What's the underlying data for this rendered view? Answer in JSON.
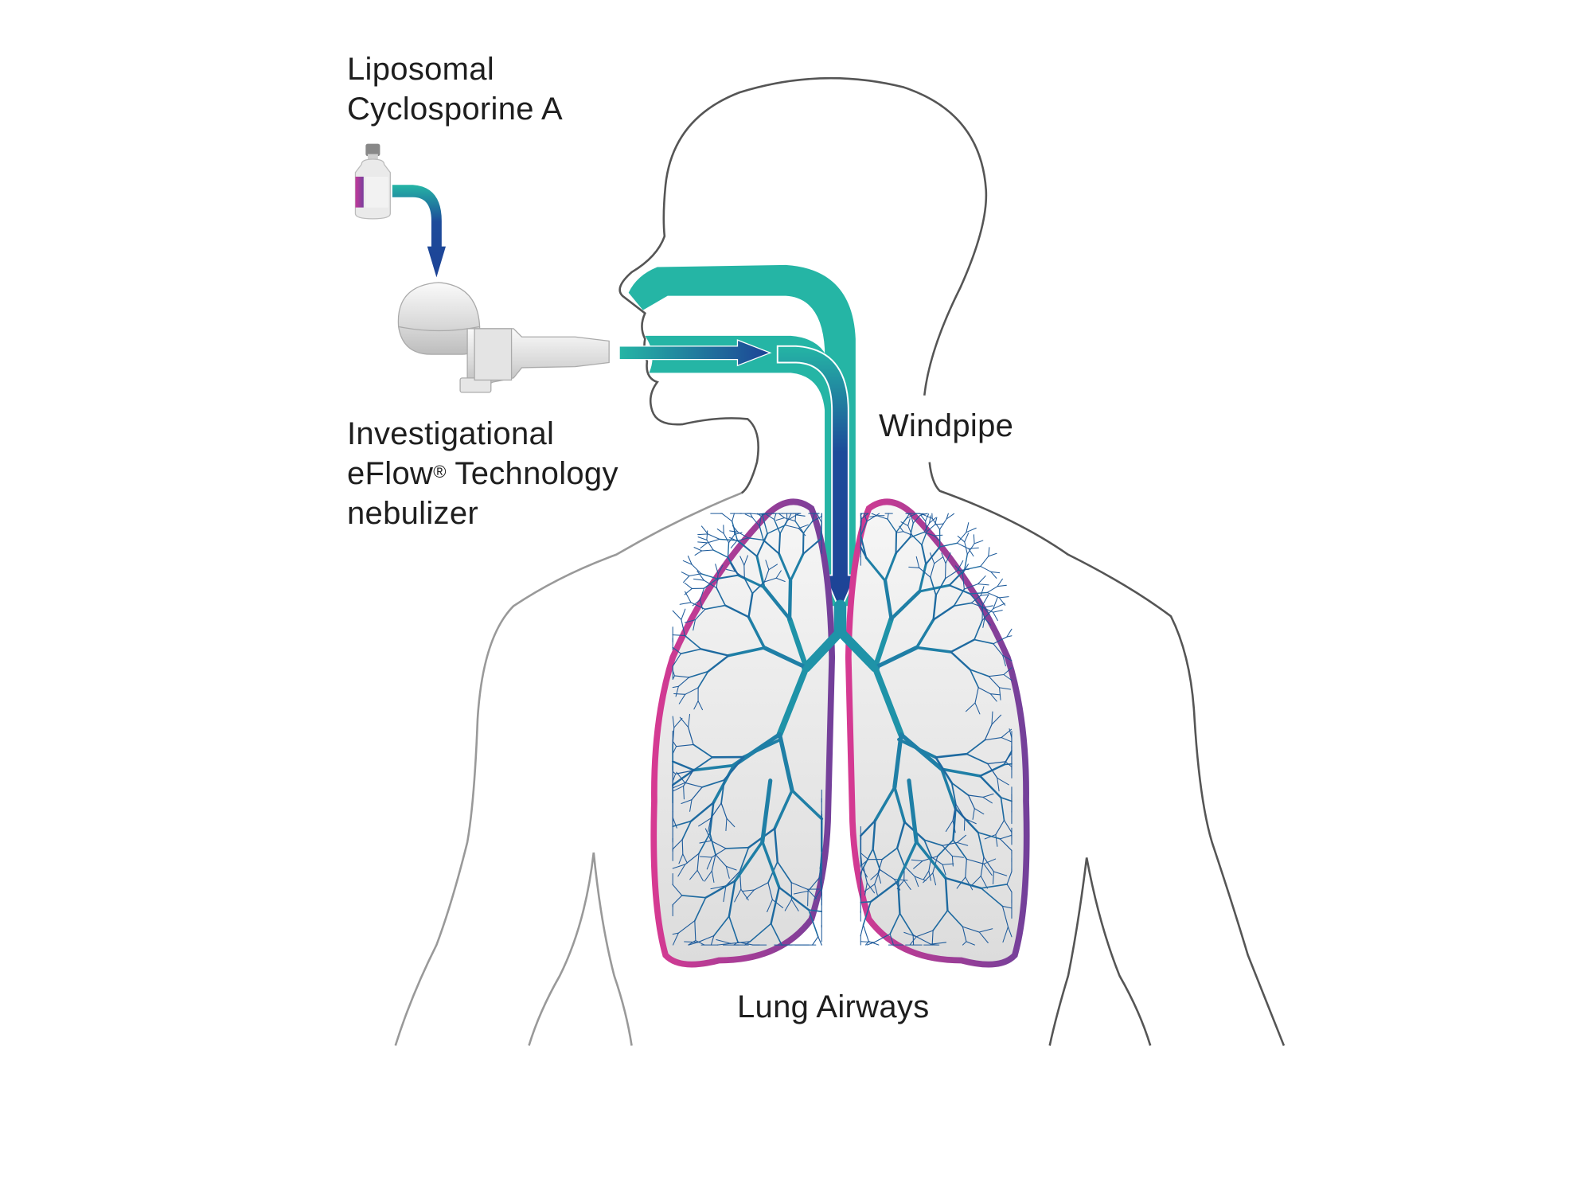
{
  "labels": {
    "drug_line1": "Liposomal",
    "drug_line2": "Cyclosporine A",
    "device_line1": "Investigational",
    "device_line2_a": "eFlow",
    "device_line2_reg": "®",
    "device_line2_b": " Technology",
    "device_line3": "nebulizer",
    "windpipe": "Windpipe",
    "lungs": "Lung Airways"
  },
  "colors": {
    "airway_teal": "#25b5a5",
    "flow_blue": "#1d4b9a",
    "lung_pink": "#d63a92",
    "lung_purple": "#73409a",
    "bronchi": "#1f7fa6",
    "outline": "#555555"
  }
}
